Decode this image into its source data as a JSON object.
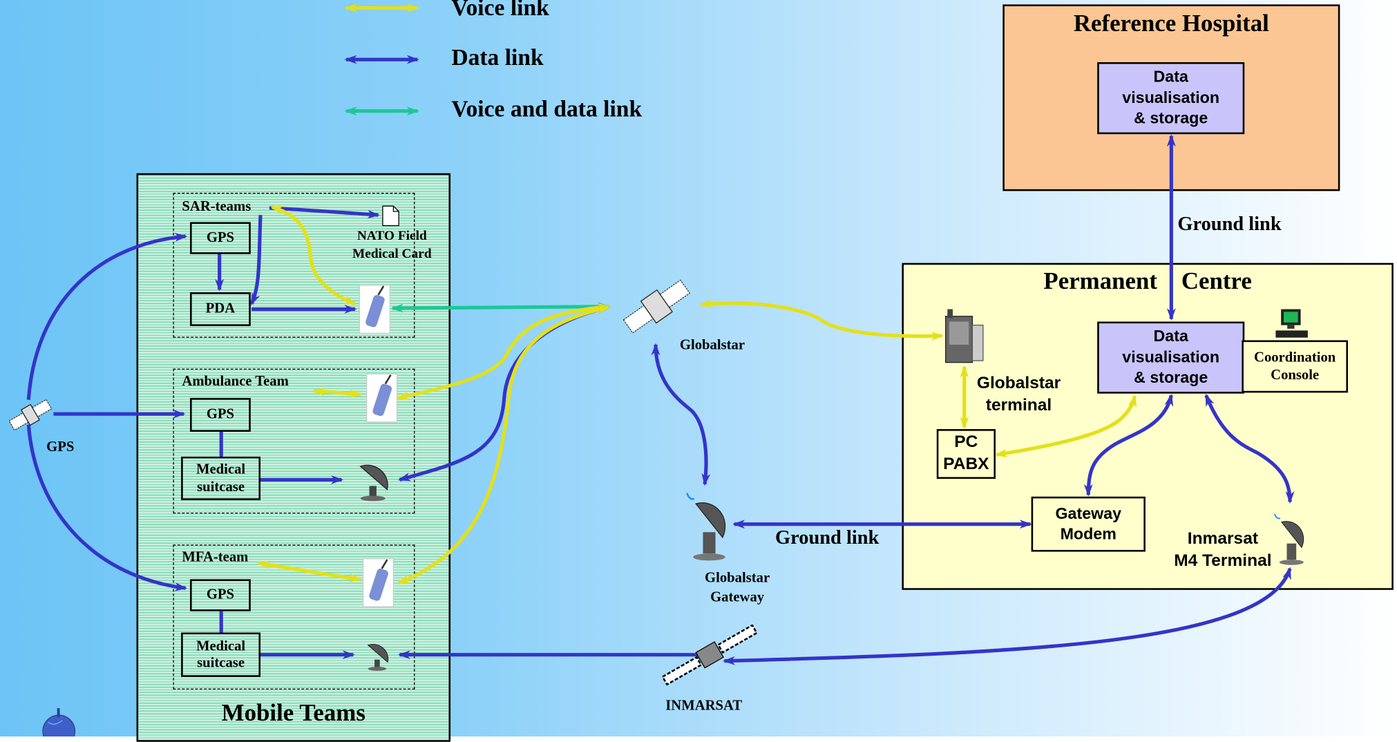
{
  "legend": {
    "voice": {
      "label": "Voice link",
      "color": "#e3e01b"
    },
    "data": {
      "label": "Data link",
      "color": "#3434c8"
    },
    "voice_data": {
      "label": "Voice and data link",
      "color": "#1bc896"
    }
  },
  "reference_hospital": {
    "title": "Reference Hospital",
    "box": "Data\nvisualisation\n& storage",
    "fill": "#fbc693"
  },
  "ground_link_top": "Ground link",
  "permanent_centre": {
    "title": "Permanent    Centre",
    "fill": "#ffffcc",
    "data_box": "Data\nvisualisation\n& storage",
    "coordination": "Coordination\nConsole",
    "globalstar_terminal": "Globalstar\nterminal",
    "pc_pabx": "PC\nPABX",
    "gateway_modem": "Gateway\nModem",
    "inmarsat_m4": "Inmarsat\nM4 Terminal"
  },
  "mobile_teams": {
    "title": "Mobile Teams",
    "sar": {
      "title": "SAR-teams",
      "gps": "GPS",
      "pda": "PDA",
      "card": "NATO Field\nMedical Card"
    },
    "ambulance": {
      "title": "Ambulance Team",
      "gps": "GPS",
      "suitcase": "Medical\nsuitcase"
    },
    "mfa": {
      "title": "MFA-team",
      "gps": "GPS",
      "suitcase": "Medical\nsuitcase"
    }
  },
  "gps_label": "GPS",
  "globalstar_label": "Globalstar",
  "globalstar_gateway_label": "Globalstar\nGateway",
  "ground_link_mid": "Ground link",
  "inmarsat_label": "INMARSAT",
  "icons": [
    "satellite-icon",
    "mobile-phone-icon",
    "satellite-dish-icon",
    "document-icon",
    "computer-icon",
    "telephone-terminal-icon",
    "globe-icon"
  ]
}
